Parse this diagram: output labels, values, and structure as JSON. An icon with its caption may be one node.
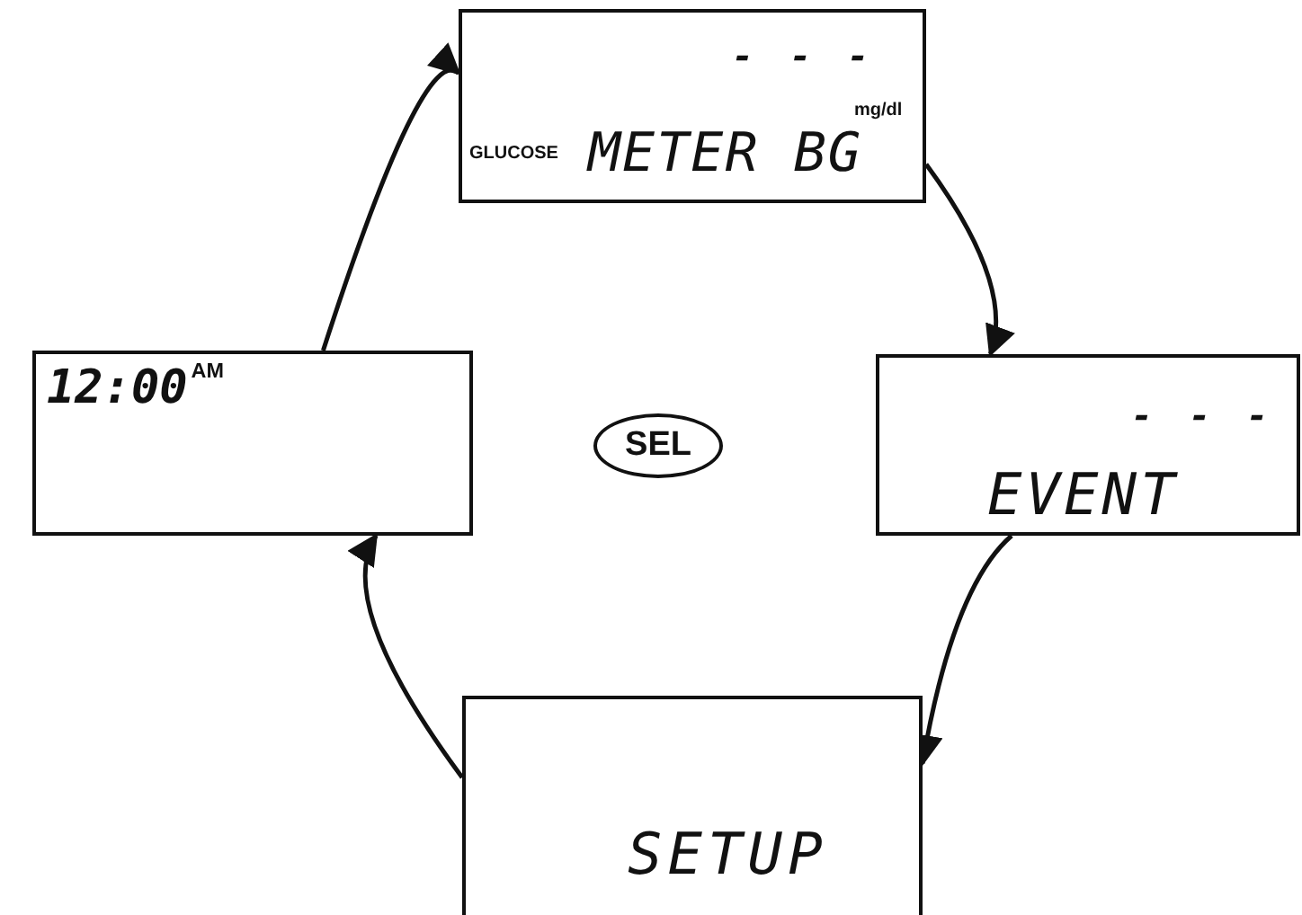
{
  "diagram": {
    "nodes": [
      {
        "text": [
          "- - -",
          "GLUCOSE",
          "mg/dl",
          "METER BG"
        ]
      },
      {
        "text": [
          "- - -",
          "EVENT"
        ]
      },
      {
        "text": [
          "SETUP"
        ]
      },
      {
        "text": [
          "12:00$^{AM}$"
        ]
      },
      {
        "text": [
          "SEL"
        ]
      }
    ],
    "edges": [
      {
        "from": 0,
        "to": 1,
        "arrow": "to"
      },
      {
        "from": 1,
        "to": 2,
        "arrow": "to"
      },
      {
        "from": 2,
        "to": 3,
        "arrow": "to"
      },
      {
        "from": 3,
        "to": 0,
        "arrow": "to"
      }
    ]
  }
}
